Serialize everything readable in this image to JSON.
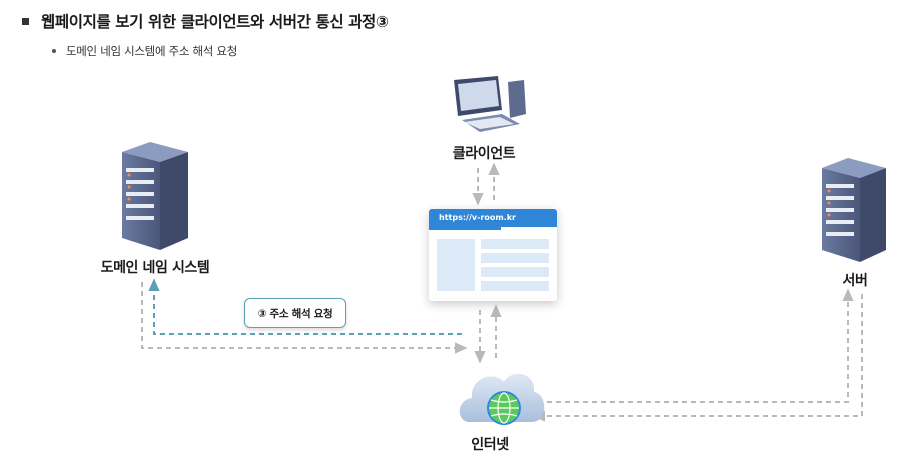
{
  "heading": {
    "title": "웹페이지를 보기 위한 클라이언트와 서버간 통신 과정③"
  },
  "subitem": {
    "text": "도메인 네임 시스템에 주소 해석 요청"
  },
  "nodes": {
    "client": "클라이언트",
    "dns": "도메인 네임 시스템",
    "server": "서버",
    "internet": "인터넷"
  },
  "browser": {
    "url": "https://v-room.kr"
  },
  "callout": {
    "label": "③ 주소 해석 요청"
  },
  "colors": {
    "accent_arrow": "#5aa1b6",
    "gray_arrow": "#b9b9b9",
    "browser_bar": "#2f86d6",
    "server_body": "#5d6b8f"
  },
  "icons": [
    "server-icon",
    "computer-icon",
    "cloud-globe-icon",
    "browser-window-icon"
  ]
}
